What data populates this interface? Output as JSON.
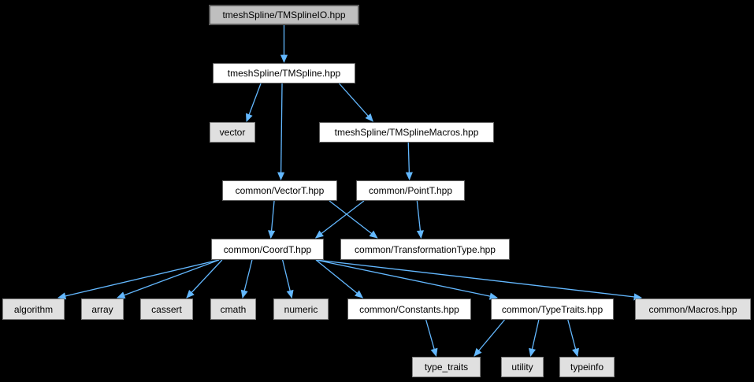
{
  "graph": {
    "title": "Include dependency graph for tmeshSpline/TMSplineIO.hpp",
    "colors": {
      "background": "#000000",
      "edge": "#63B8FF",
      "node_current_fill": "#BFBFBF",
      "node_documented_fill": "#FFFFFF",
      "node_system_fill": "#E0E0E0",
      "text": "#000000"
    },
    "nodes": [
      {
        "id": "io",
        "label": "tmeshSpline/TMSplineIO.hpp",
        "type": "current"
      },
      {
        "id": "spline",
        "label": "tmeshSpline/TMSpline.hpp",
        "type": "documented"
      },
      {
        "id": "vector",
        "label": "vector",
        "type": "system"
      },
      {
        "id": "splinemacros",
        "label": "tmeshSpline/TMSplineMacros.hpp",
        "type": "documented"
      },
      {
        "id": "vectort",
        "label": "common/VectorT.hpp",
        "type": "documented"
      },
      {
        "id": "pointt",
        "label": "common/PointT.hpp",
        "type": "documented"
      },
      {
        "id": "coordt",
        "label": "common/CoordT.hpp",
        "type": "documented"
      },
      {
        "id": "ttype",
        "label": "common/TransformationType.hpp",
        "type": "documented"
      },
      {
        "id": "algorithm",
        "label": "algorithm",
        "type": "system"
      },
      {
        "id": "array",
        "label": "array",
        "type": "system"
      },
      {
        "id": "cassert",
        "label": "cassert",
        "type": "system"
      },
      {
        "id": "cmath",
        "label": "cmath",
        "type": "system"
      },
      {
        "id": "numeric",
        "label": "numeric",
        "type": "system"
      },
      {
        "id": "constants",
        "label": "common/Constants.hpp",
        "type": "documented"
      },
      {
        "id": "typetraits",
        "label": "common/TypeTraits.hpp",
        "type": "documented"
      },
      {
        "id": "macroshpp",
        "label": "common/Macros.hpp",
        "type": "system"
      },
      {
        "id": "type_traits",
        "label": "type_traits",
        "type": "system"
      },
      {
        "id": "utility",
        "label": "utility",
        "type": "system"
      },
      {
        "id": "typeinfo",
        "label": "typeinfo",
        "type": "system"
      }
    ],
    "edges": [
      {
        "from": "io",
        "to": "spline"
      },
      {
        "from": "spline",
        "to": "vector"
      },
      {
        "from": "spline",
        "to": "splinemacros"
      },
      {
        "from": "spline",
        "to": "vectort"
      },
      {
        "from": "splinemacros",
        "to": "pointt"
      },
      {
        "from": "vectort",
        "to": "coordt"
      },
      {
        "from": "vectort",
        "to": "ttype"
      },
      {
        "from": "pointt",
        "to": "coordt"
      },
      {
        "from": "pointt",
        "to": "ttype"
      },
      {
        "from": "coordt",
        "to": "algorithm"
      },
      {
        "from": "coordt",
        "to": "array"
      },
      {
        "from": "coordt",
        "to": "cassert"
      },
      {
        "from": "coordt",
        "to": "cmath"
      },
      {
        "from": "coordt",
        "to": "numeric"
      },
      {
        "from": "coordt",
        "to": "constants"
      },
      {
        "from": "coordt",
        "to": "typetraits"
      },
      {
        "from": "coordt",
        "to": "macroshpp"
      },
      {
        "from": "constants",
        "to": "type_traits"
      },
      {
        "from": "typetraits",
        "to": "type_traits"
      },
      {
        "from": "typetraits",
        "to": "utility"
      },
      {
        "from": "typetraits",
        "to": "typeinfo"
      }
    ]
  }
}
